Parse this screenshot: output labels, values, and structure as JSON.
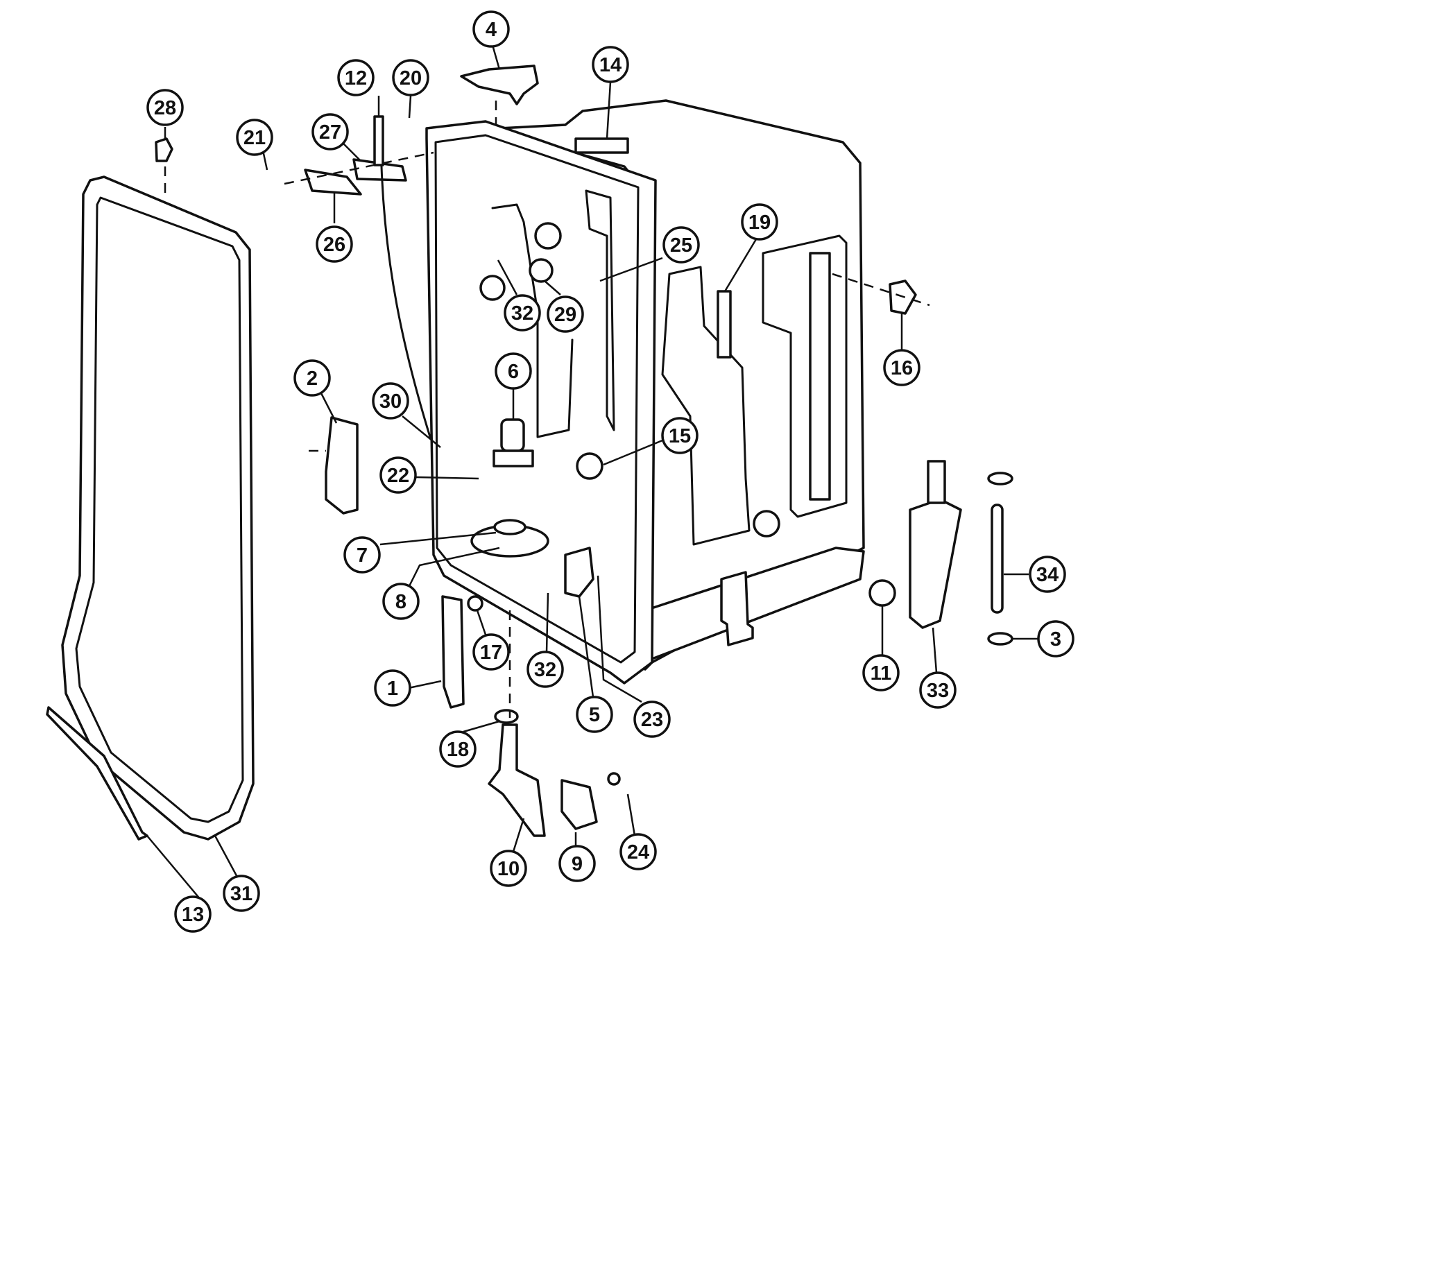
{
  "callouts": [
    {
      "id": "c1",
      "label": "1"
    },
    {
      "id": "c2",
      "label": "2"
    },
    {
      "id": "c3",
      "label": "3"
    },
    {
      "id": "c4",
      "label": "4"
    },
    {
      "id": "c5",
      "label": "5"
    },
    {
      "id": "c6",
      "label": "6"
    },
    {
      "id": "c7",
      "label": "7"
    },
    {
      "id": "c8",
      "label": "8"
    },
    {
      "id": "c9",
      "label": "9"
    },
    {
      "id": "c10",
      "label": "10"
    },
    {
      "id": "c11",
      "label": "11"
    },
    {
      "id": "c12",
      "label": "12"
    },
    {
      "id": "c13",
      "label": "13"
    },
    {
      "id": "c14",
      "label": "14"
    },
    {
      "id": "c15",
      "label": "15"
    },
    {
      "id": "c16",
      "label": "16"
    },
    {
      "id": "c17",
      "label": "17"
    },
    {
      "id": "c18",
      "label": "18"
    },
    {
      "id": "c19",
      "label": "19"
    },
    {
      "id": "c20",
      "label": "20"
    },
    {
      "id": "c21",
      "label": "21"
    },
    {
      "id": "c22",
      "label": "22"
    },
    {
      "id": "c23",
      "label": "23"
    },
    {
      "id": "c24",
      "label": "24"
    },
    {
      "id": "c25",
      "label": "25"
    },
    {
      "id": "c26",
      "label": "26"
    },
    {
      "id": "c27",
      "label": "27"
    },
    {
      "id": "c28",
      "label": "28"
    },
    {
      "id": "c29",
      "label": "29"
    },
    {
      "id": "c30",
      "label": "30"
    },
    {
      "id": "c31",
      "label": "31"
    },
    {
      "id": "c32a",
      "label": "32"
    },
    {
      "id": "c32b",
      "label": "32"
    },
    {
      "id": "c33",
      "label": "33"
    },
    {
      "id": "c34",
      "label": "34"
    }
  ]
}
